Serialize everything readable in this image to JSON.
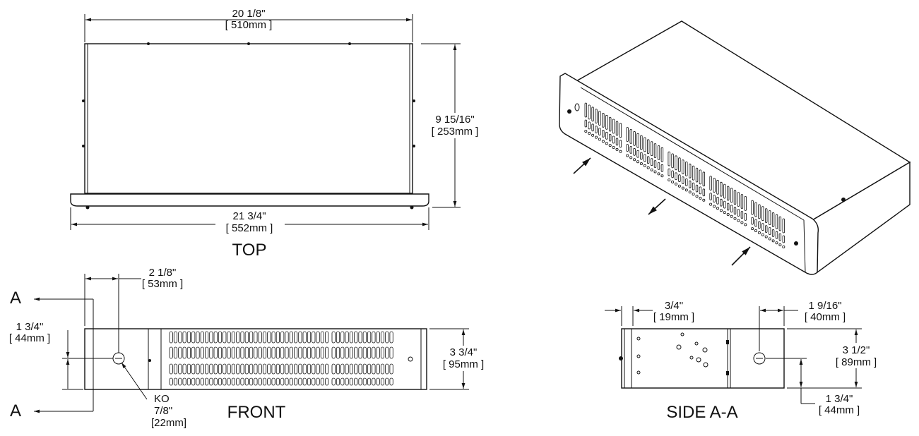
{
  "views": {
    "top": {
      "label": "TOP",
      "width_outer": {
        "in": "20 1/8\"",
        "mm": "[ 510mm ]"
      },
      "depth": {
        "in": "9 15/16\"",
        "mm": "[ 253mm ]"
      },
      "width_base": {
        "in": "21 3/4\"",
        "mm": "[ 552mm ]"
      }
    },
    "front": {
      "label": "FRONT",
      "section_marker_top": "A",
      "section_marker_bottom": "A",
      "ko_offset": {
        "in": "2 1/8\"",
        "mm": "[ 53mm ]"
      },
      "ko_height": {
        "in": "1 3/4\"",
        "mm": "[ 44mm ]"
      },
      "height": {
        "in": "3 3/4\"",
        "mm": "[ 95mm ]"
      },
      "ko_label": "KO",
      "ko_size_in": "7/8\"",
      "ko_size_mm": "[22mm]"
    },
    "side": {
      "label": "SIDE A-A",
      "flange": {
        "in": "3/4\"",
        "mm": "[ 19mm ]"
      },
      "ko_offset": {
        "in": "1 9/16\"",
        "mm": "[ 40mm ]"
      },
      "height": {
        "in": "3 1/2\"",
        "mm": "[ 89mm ]"
      },
      "ko_height": {
        "in": "1 3/4\"",
        "mm": "[ 44mm ]"
      }
    }
  },
  "colors": {
    "line": "#111111",
    "background": "#ffffff",
    "body": "#ffffff"
  }
}
